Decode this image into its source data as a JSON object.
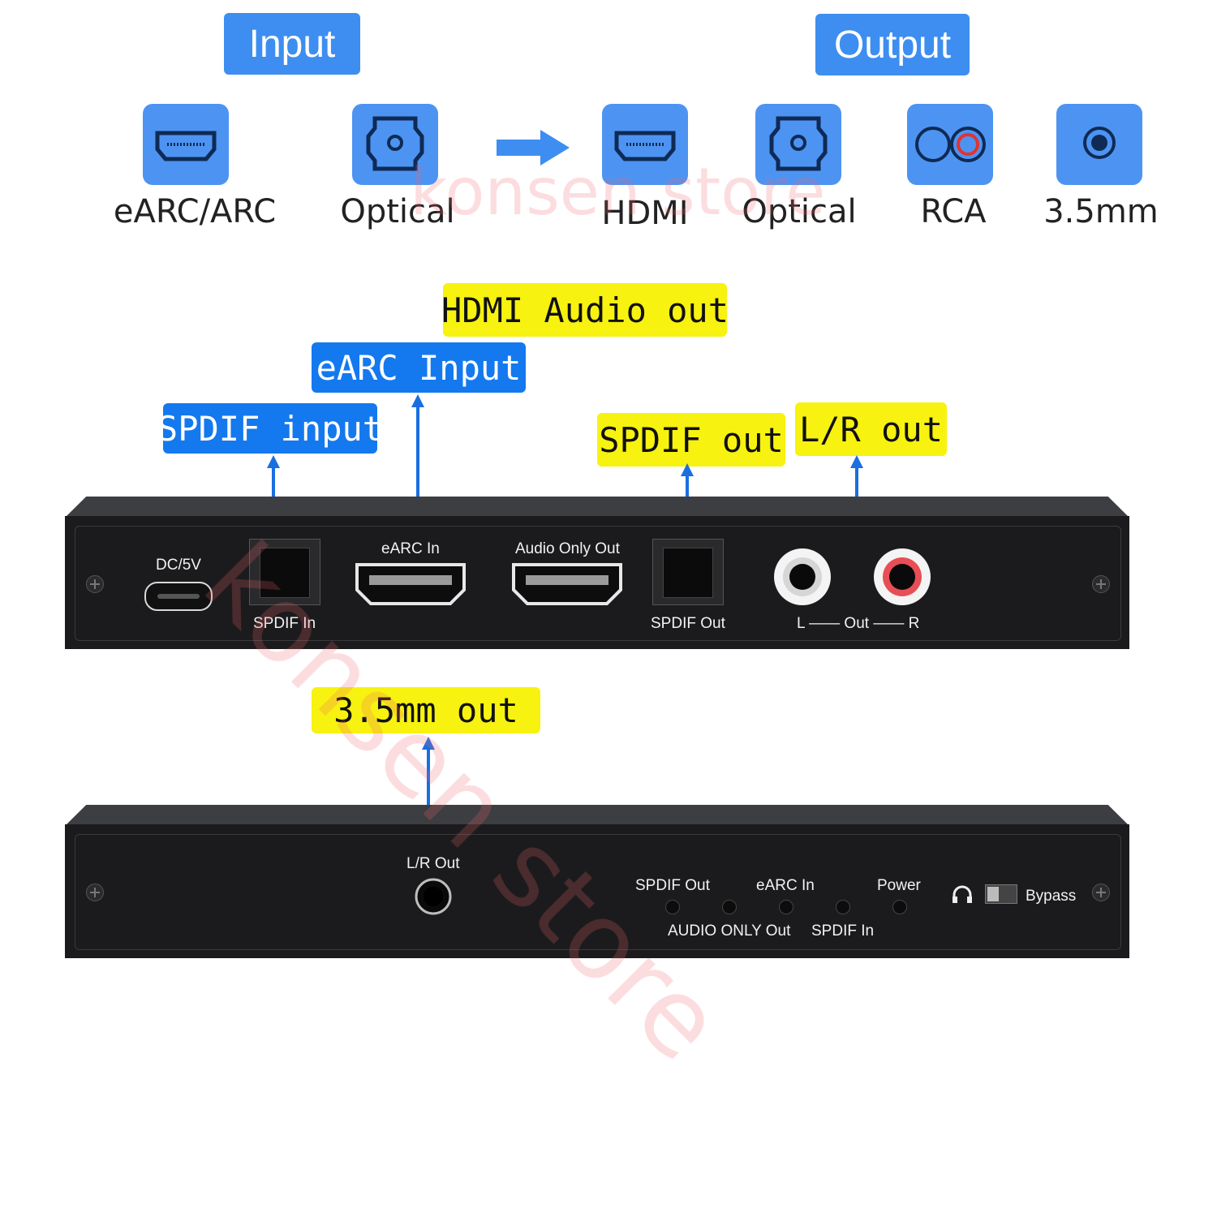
{
  "top": {
    "input_header": "Input",
    "output_header": "Output",
    "inputs": [
      {
        "icon": "hdmi-icon",
        "label": "eARC/ARC"
      },
      {
        "icon": "optical-icon",
        "label": "Optical"
      }
    ],
    "outputs": [
      {
        "icon": "hdmi-icon",
        "label": "HDMI"
      },
      {
        "icon": "optical-icon",
        "label": "Optical"
      },
      {
        "icon": "rca-icon",
        "label": "RCA"
      },
      {
        "icon": "jack-icon",
        "label": "3.5mm"
      }
    ]
  },
  "callouts": {
    "hdmi_audio_out": "HDMI Audio out",
    "earc_input": "eARC Input",
    "spdif_input": "SPDIF input",
    "spdif_out": "SPDIF out",
    "lr_out": "L/R out",
    "jack_out": "3.5mm out"
  },
  "rear_panel": {
    "dc": "DC/5V",
    "spdif_in": "SPDIF In",
    "earc_in": "eARC In",
    "audio_only_out": "Audio Only Out",
    "spdif_out": "SPDIF Out",
    "rca": "L —— Out —— R"
  },
  "front_panel": {
    "lr_out": "L/R Out",
    "led_spdif_out": "SPDIF Out",
    "led_earc_in": "eARC In",
    "led_power": "Power",
    "led_audio_only_out": "AUDIO ONLY Out",
    "led_spdif_in": "SPDIF In",
    "bypass": "Bypass"
  },
  "watermark": "konsen store",
  "colors": {
    "tile": "#4d94f2",
    "yellow": "#f7f20f",
    "blue": "#1479ee",
    "panel": "#1b1b1d"
  }
}
